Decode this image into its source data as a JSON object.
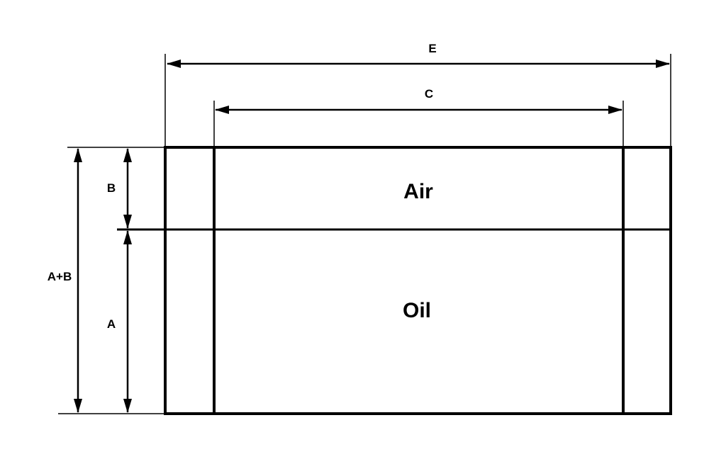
{
  "regions": {
    "air": "Air",
    "oil": "Oil"
  },
  "dimensions": {
    "e": "E",
    "c": "C",
    "b": "B",
    "a": "A",
    "a_plus_b": "A+B"
  },
  "colors": {
    "stroke": "#000000",
    "background": "#ffffff"
  }
}
